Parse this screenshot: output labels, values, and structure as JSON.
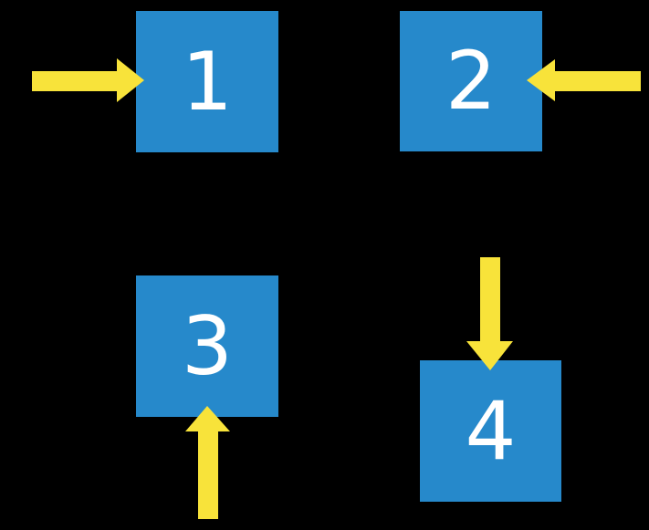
{
  "diagram": {
    "background_color": "#000000",
    "box_color": "#2689CB",
    "arrow_color": "#F8E33A",
    "label_color": "#FFFFFF",
    "boxes": [
      {
        "label": "1",
        "arrow_direction": "pointing-right-from-left"
      },
      {
        "label": "2",
        "arrow_direction": "pointing-left-from-right"
      },
      {
        "label": "3",
        "arrow_direction": "pointing-up-from-below"
      },
      {
        "label": "4",
        "arrow_direction": "pointing-down-from-above"
      }
    ]
  }
}
